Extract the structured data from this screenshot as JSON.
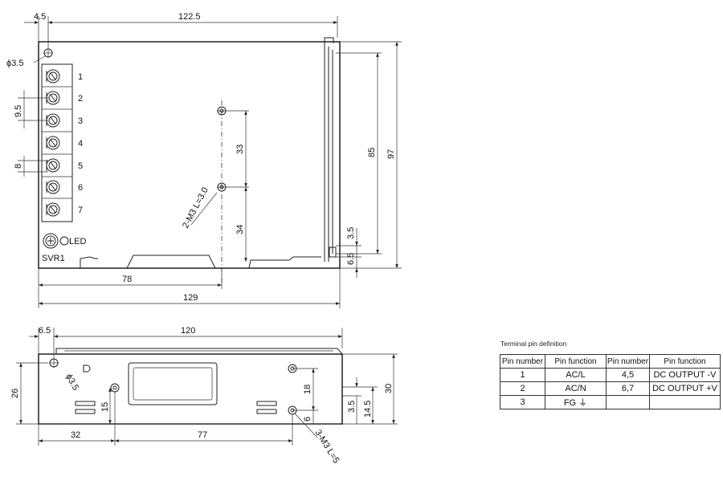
{
  "top_view": {
    "dims": {
      "overall_width": "122.5",
      "hole_offset": "4.5",
      "hole_dia": "ϕ3.5",
      "pitch": "9.5",
      "pitch2": "8",
      "v_33": "33",
      "v_34": "34",
      "v_85": "85",
      "v_97": "97",
      "v_3_5": "3.5",
      "v_6_5": "6.5",
      "h_78": "78",
      "h_129": "129",
      "screw_note": "2-M3 L=3.0"
    },
    "terminals": [
      "1",
      "2",
      "3",
      "4",
      "5",
      "6",
      "7"
    ],
    "led_label": "LED",
    "svr_label": "SVR1"
  },
  "side_view": {
    "dims": {
      "h_6_5": "6.5",
      "h_120": "120",
      "hole_dia": "ϕ3.5",
      "v_26": "26",
      "v_15": "15",
      "v_18": "18",
      "v_6": "6",
      "v_3_5": "3.5",
      "v_14_5": "14.5",
      "v_30": "30",
      "h_32": "32",
      "h_77": "77",
      "screw_note": "3-M3 L=5"
    }
  },
  "pin_table": {
    "title": "Terminal pin definition",
    "headers": [
      "Pin number",
      "Pin function",
      "Pin number",
      "Pin function"
    ],
    "rows": [
      [
        "1",
        "AC/L",
        "4,5",
        "DC OUTPUT -V"
      ],
      [
        "2",
        "AC/N",
        "6,7",
        "DC OUTPUT +V"
      ],
      [
        "3",
        "FG ⏚",
        "",
        ""
      ]
    ]
  }
}
